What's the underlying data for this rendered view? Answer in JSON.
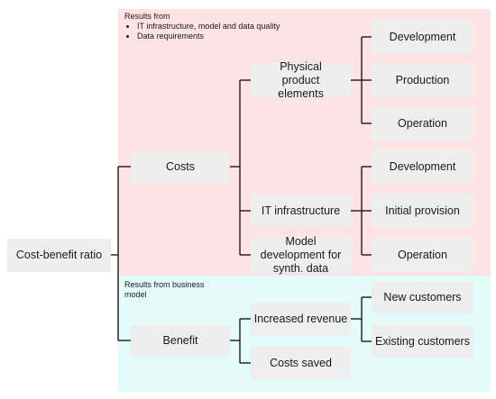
{
  "root": {
    "label": "Cost-benefit ratio"
  },
  "costs": {
    "label": "Costs",
    "note_title": "Results from",
    "note_items": [
      "IT infrastructure, model and data quality",
      "Data requirements"
    ],
    "children": [
      {
        "label": "Physical product elements",
        "children": [
          "Development",
          "Production",
          "Operation"
        ]
      },
      {
        "label": "IT infrastructure",
        "children": [
          "Development",
          "Initial provision",
          "Operation"
        ]
      },
      {
        "label": "Model development for synth. data",
        "children": []
      }
    ]
  },
  "benefit": {
    "label": "Benefit",
    "note_title": "Results from business model",
    "children": [
      {
        "label": "Increased revenue",
        "children": [
          "New customers",
          "Existing customers"
        ]
      },
      {
        "label": "Costs saved",
        "children": []
      }
    ]
  },
  "colors": {
    "costs_region": "#fde3e3",
    "benefit_region": "#e3fbfb",
    "node_fill": "#eeeeee",
    "connector": "#1a1a1a"
  }
}
